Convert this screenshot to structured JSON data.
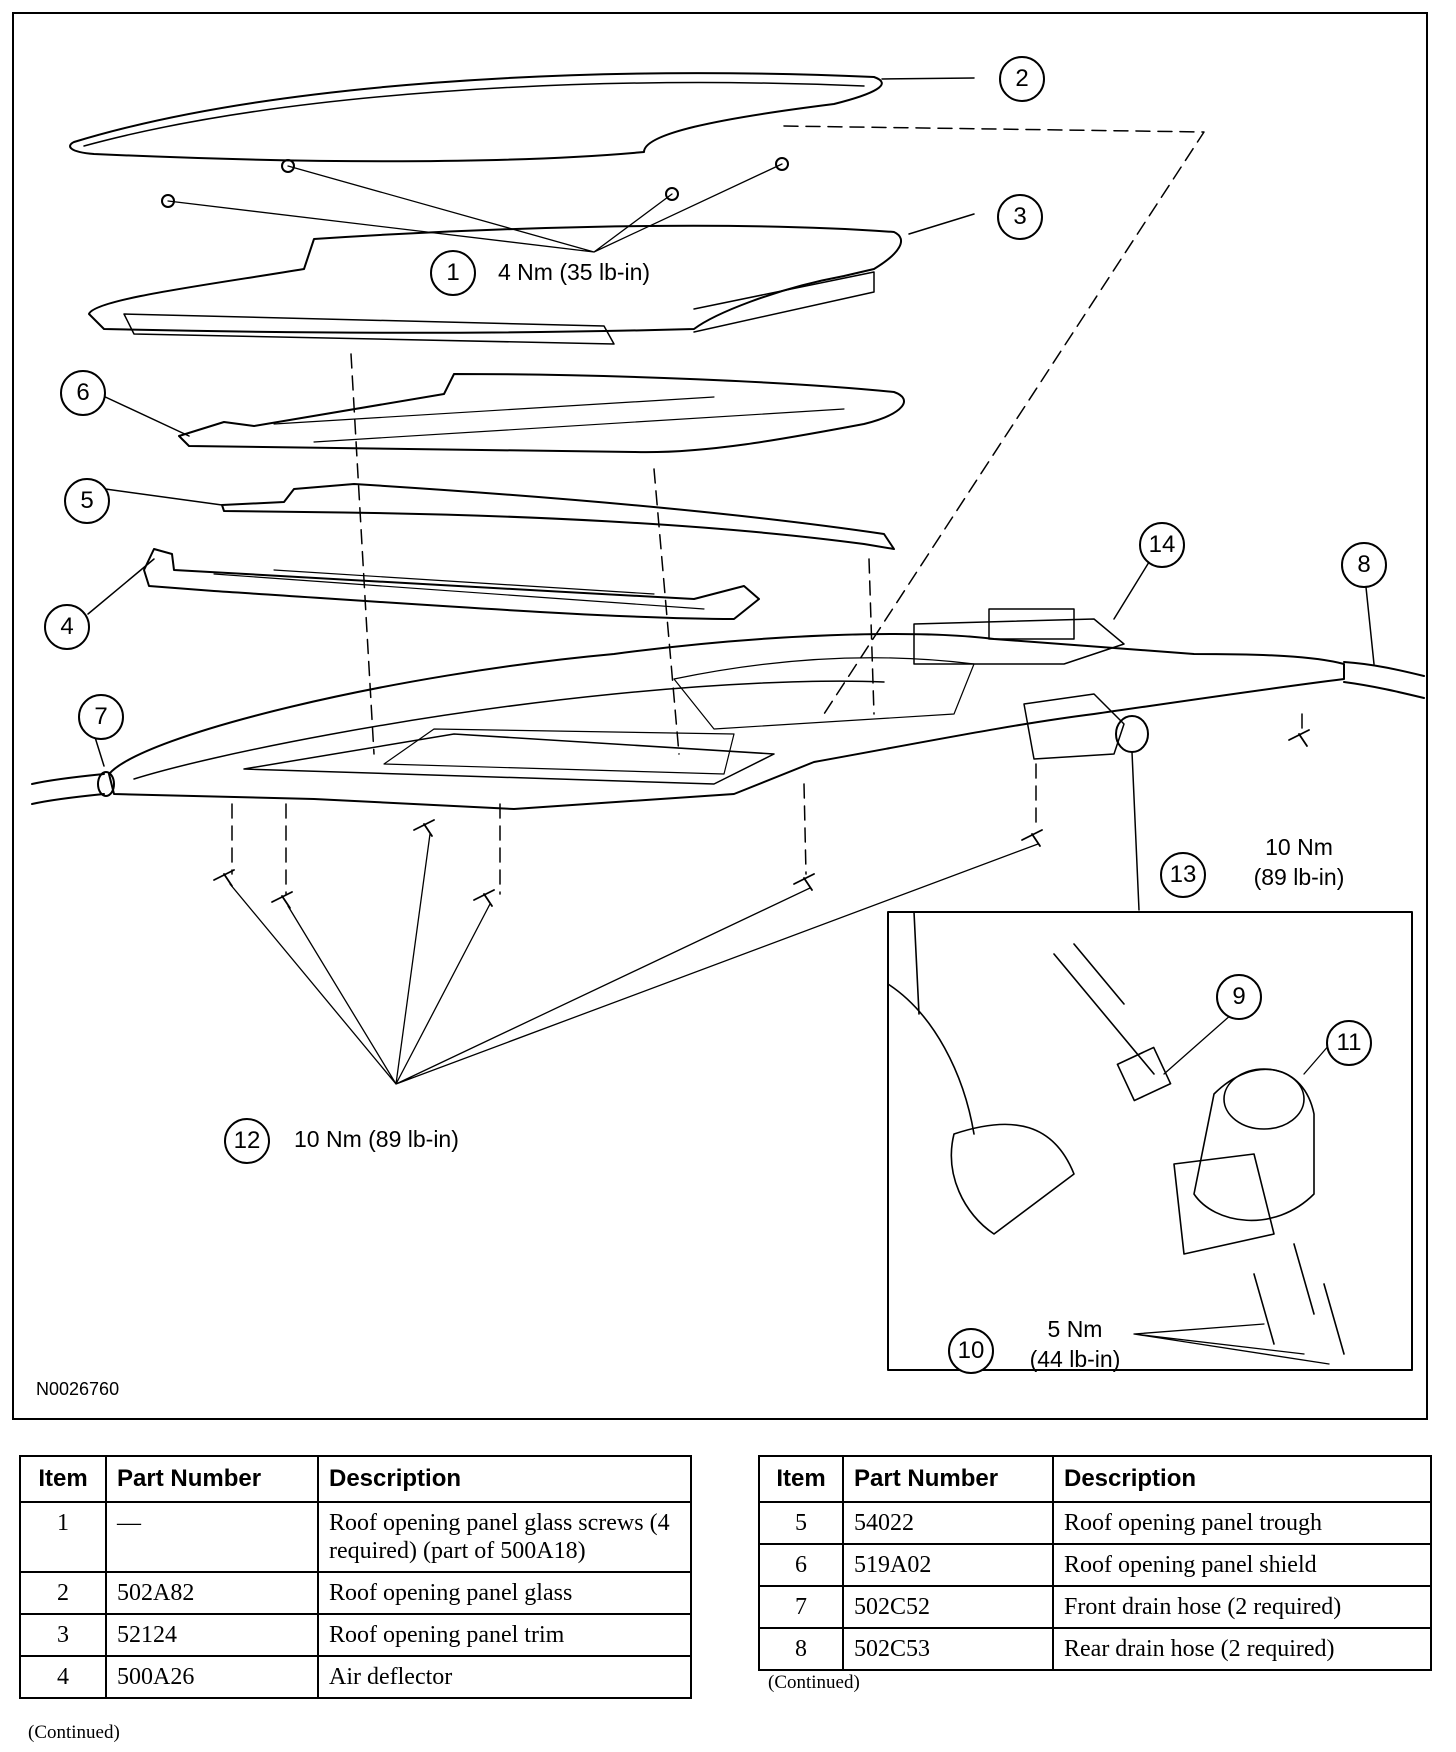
{
  "figure": {
    "figure_id": "N0026760",
    "callouts": [
      "1",
      "2",
      "3",
      "4",
      "5",
      "6",
      "7",
      "8",
      "9",
      "10",
      "11",
      "12",
      "13",
      "14"
    ],
    "torque_1": "4 Nm (35 lb-in)",
    "torque_12": "10 Nm (89 lb-in)",
    "torque_13_line1": "10 Nm",
    "torque_13_line2": "(89 lb-in)",
    "torque_10_line1": "5 Nm",
    "torque_10_line2": "(44 lb-in)"
  },
  "tables": {
    "headers": [
      "Item",
      "Part Number",
      "Description"
    ],
    "left_rows": [
      {
        "item": "1",
        "part": "—",
        "desc": "Roof opening panel glass screws (4 required) (part of 500A18)"
      },
      {
        "item": "2",
        "part": "502A82",
        "desc": "Roof opening panel glass"
      },
      {
        "item": "3",
        "part": "52124",
        "desc": "Roof opening panel trim"
      },
      {
        "item": "4",
        "part": "500A26",
        "desc": "Air deflector"
      }
    ],
    "right_rows": [
      {
        "item": "5",
        "part": "54022",
        "desc": "Roof opening panel trough"
      },
      {
        "item": "6",
        "part": "519A02",
        "desc": "Roof opening panel shield"
      },
      {
        "item": "7",
        "part": "502C52",
        "desc": "Front drain hose (2 required)"
      },
      {
        "item": "8",
        "part": "502C53",
        "desc": "Rear drain hose (2 required)"
      }
    ],
    "continued": "(Continued)"
  }
}
